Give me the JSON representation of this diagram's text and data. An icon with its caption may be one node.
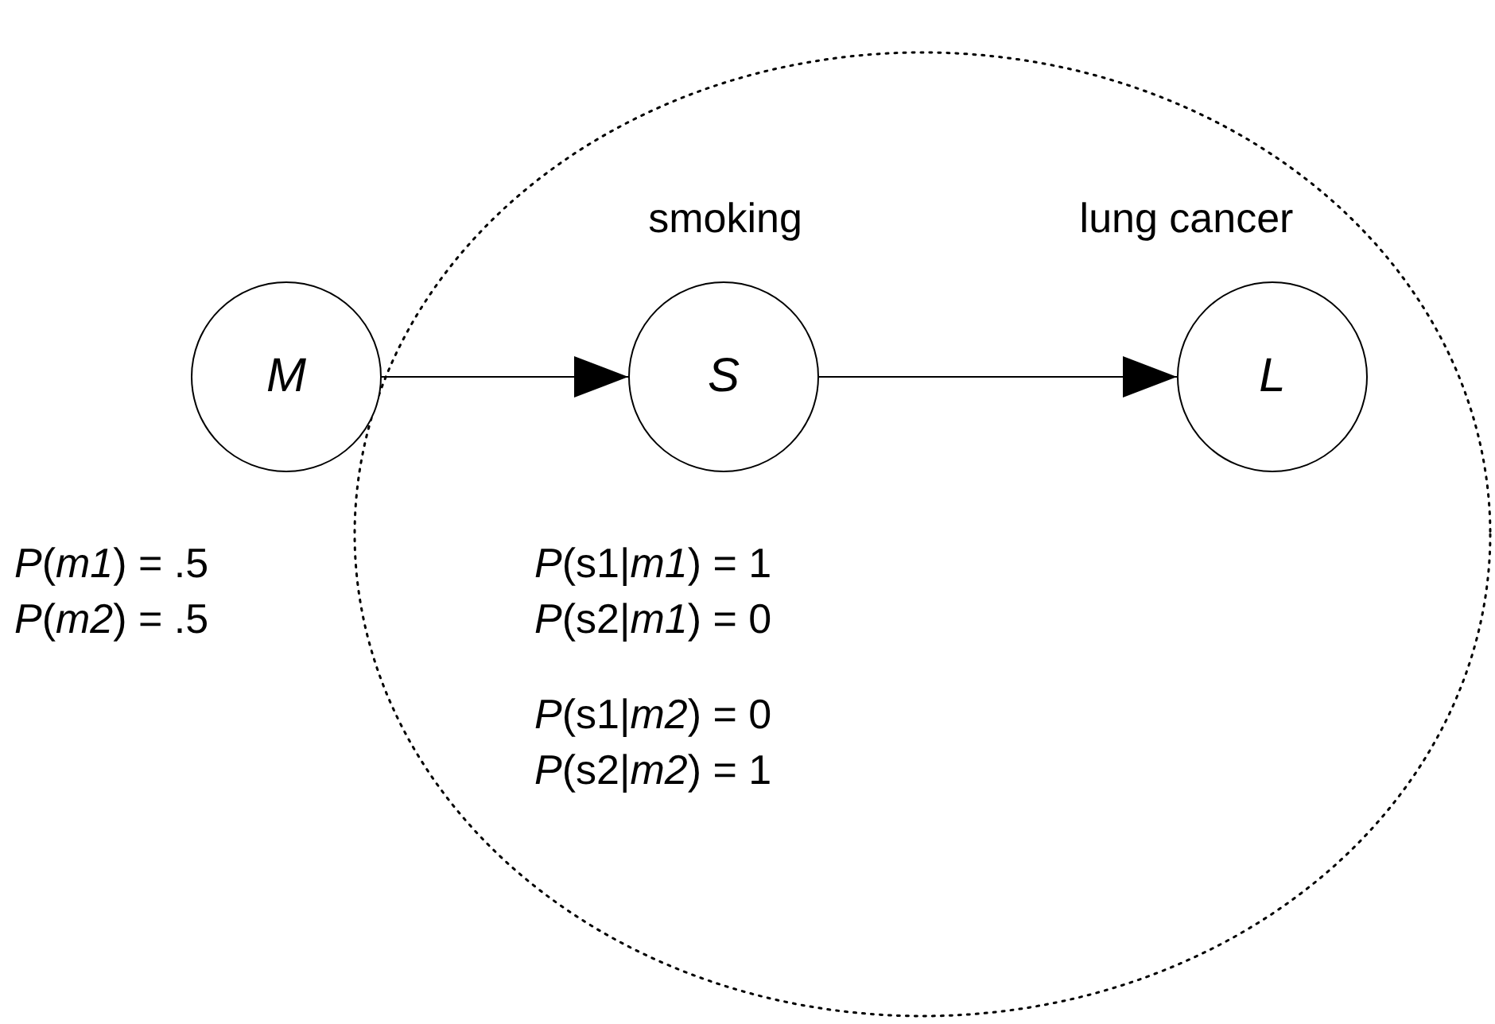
{
  "diagram": {
    "nodes": [
      {
        "text": [],
        "shape": "ellipse"
      },
      {
        "text": [
          "M"
        ],
        "beside": [
          "*P*(*m1*) = .5",
          "*P*(*m2*) = .5"
        ]
      },
      {
        "text": [
          "S"
        ],
        "in": 0,
        "beside": [
          "smoking",
          "*P*(s1|*m1*) = 1",
          "*P*(s2|*m1*) = 0",
          "*P*(s1|*m2*) = 0",
          "*P*(s2|*m2*) = 1"
        ]
      },
      {
        "text": [
          "L"
        ],
        "in": 0,
        "beside": [
          "lung cancer"
        ]
      }
    ],
    "edges": [
      {
        "from": 1,
        "to": 2,
        "arrow": "to"
      },
      {
        "from": 2,
        "to": 3,
        "arrow": "to"
      }
    ]
  }
}
